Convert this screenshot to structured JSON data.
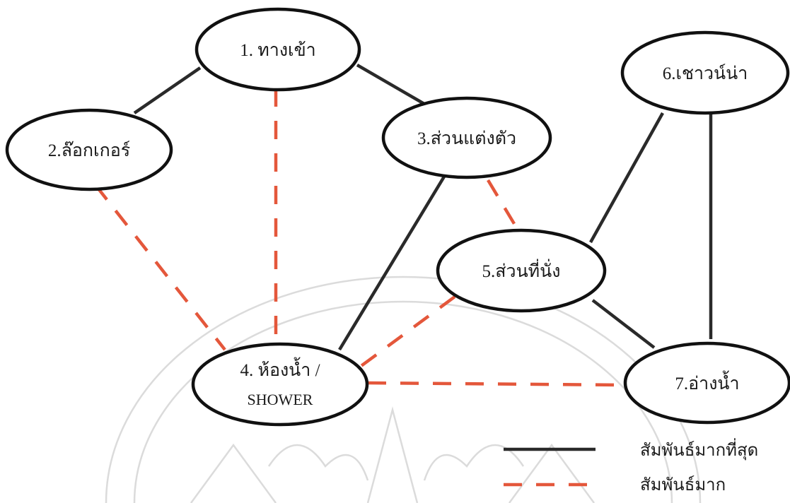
{
  "nodes": [
    {
      "id": "n1",
      "label": "1. ทางเข้า"
    },
    {
      "id": "n2",
      "label": "2.ล๊อกเกอร์"
    },
    {
      "id": "n3",
      "label": "3.ส่วนแต่งตัว"
    },
    {
      "id": "n4",
      "label_line1": "4. ห้องน้ำ /",
      "label_line2": "SHOWER"
    },
    {
      "id": "n5",
      "label": "5.ส่วนที่นั่ง"
    },
    {
      "id": "n6",
      "label": "6.เชาวน์น่า"
    },
    {
      "id": "n7",
      "label": "7.อ่างน้ำ"
    }
  ],
  "edges": [
    {
      "from": "1",
      "to": "2",
      "type": "strong"
    },
    {
      "from": "1",
      "to": "3",
      "type": "strong"
    },
    {
      "from": "1",
      "to": "4",
      "type": "weak"
    },
    {
      "from": "2",
      "to": "4",
      "type": "weak"
    },
    {
      "from": "3",
      "to": "4",
      "type": "strong"
    },
    {
      "from": "3",
      "to": "5",
      "type": "weak"
    },
    {
      "from": "4",
      "to": "5",
      "type": "weak"
    },
    {
      "from": "4",
      "to": "7",
      "type": "weak"
    },
    {
      "from": "5",
      "to": "6",
      "type": "strong"
    },
    {
      "from": "5",
      "to": "7",
      "type": "strong"
    },
    {
      "from": "6",
      "to": "7",
      "type": "strong"
    }
  ],
  "legend": {
    "strong_label": "สัมพันธ์มากที่สุด",
    "weak_label": "สัมพันธ์มาก",
    "strong_color": "#2a2a2a",
    "weak_color": "#e4573b"
  }
}
